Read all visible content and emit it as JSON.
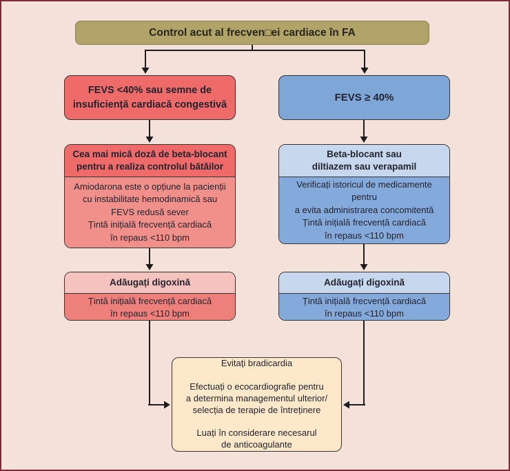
{
  "title": {
    "label": "Control acut al frecven□ei cardiace în FA"
  },
  "left_branch": {
    "condition": "FEVS <40% sau semne de\ninsuficiență cardiacă congestivă",
    "treatment_header": "Cea mai mică doză de beta-blocant\npentru a realiza controlul bătăilor",
    "treatment_note": "Amiodarona este o opțiune la pacienții\ncu instabilitate hemodinamică sau\nFEVS redusă sever\nȚintă inițială frecvență cardiacă\nîn repaus <110 bpm",
    "digoxin_header": "Adăugați digoxină",
    "digoxin_note": "Țintă inițială frecvență cardiacă\nîn repaus <110 bpm"
  },
  "right_branch": {
    "condition": "FEVS ≥ 40%",
    "treatment_header": "Beta-blocant sau\ndiltiazem sau verapamil",
    "treatment_note": "Verificați istoricul de medicamente pentru\na evita administrarea concomitentă\nȚintă inițială frecvență cardiacă\nîn repaus <110 bpm",
    "digoxin_header": "Adăugați digoxină",
    "digoxin_note": "Țintă inițială frecvență cardiacă\nîn repaus <110 bpm"
  },
  "outcome": {
    "text": "Evitați bradicardia\n\nEfectuați o ecocardiografie pentru\na determina managementul ulterior/\nselecția de terapie de întreținere\n\nLuați în considerare necesarul\nde anticoagulante"
  },
  "colors": {
    "background": "#f4e1da",
    "frame_border": "#7d2b38",
    "title_fill": "#b2a369",
    "red_solid": "#ee6b6a",
    "red_body": "#f18f8a",
    "pink_light": "#f6c2be",
    "blue_solid": "#7ea6d7",
    "blue_light": "#c6d7ee",
    "blue_body": "#84aadb",
    "outcome_fill": "#fde9c9",
    "arrow": "#1c1c1c"
  }
}
